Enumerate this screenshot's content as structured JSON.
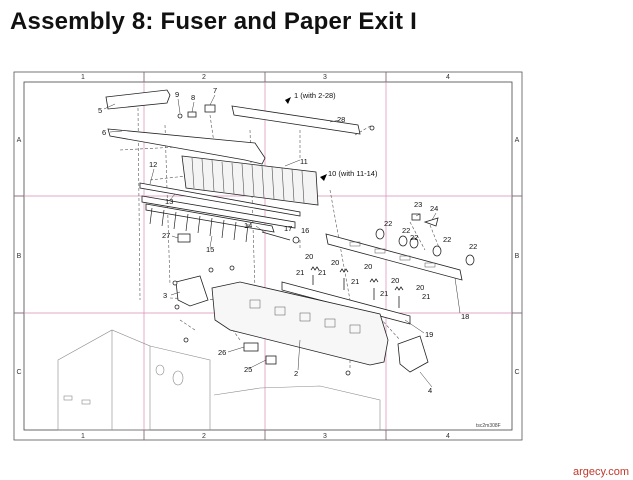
{
  "title": "Assembly 8: Fuser and Paper Exit I",
  "footer": "argecy.com",
  "figure_code": "tsc2m308F",
  "grid": {
    "columns": [
      "1",
      "2",
      "3",
      "4"
    ],
    "rows": [
      "A",
      "B",
      "C"
    ]
  },
  "part_labels": [
    {
      "id": "1",
      "text": "1 (with 2-28)"
    },
    {
      "id": "10",
      "text": "10 (with 11-14)"
    },
    {
      "id": "2",
      "text": "2"
    },
    {
      "id": "3",
      "text": "3"
    },
    {
      "id": "4",
      "text": "4"
    },
    {
      "id": "5",
      "text": "5"
    },
    {
      "id": "6",
      "text": "6"
    },
    {
      "id": "7",
      "text": "7"
    },
    {
      "id": "8",
      "text": "8"
    },
    {
      "id": "9",
      "text": "9"
    },
    {
      "id": "11",
      "text": "11"
    },
    {
      "id": "12",
      "text": "12"
    },
    {
      "id": "13",
      "text": "13"
    },
    {
      "id": "14",
      "text": "14"
    },
    {
      "id": "15",
      "text": "15"
    },
    {
      "id": "16",
      "text": "16"
    },
    {
      "id": "17",
      "text": "17"
    },
    {
      "id": "18",
      "text": "18"
    },
    {
      "id": "19",
      "text": "19"
    },
    {
      "id": "20a",
      "text": "20"
    },
    {
      "id": "20b",
      "text": "20"
    },
    {
      "id": "20c",
      "text": "20"
    },
    {
      "id": "20d",
      "text": "20"
    },
    {
      "id": "20e",
      "text": "20"
    },
    {
      "id": "21a",
      "text": "21"
    },
    {
      "id": "21b",
      "text": "21"
    },
    {
      "id": "21c",
      "text": "21"
    },
    {
      "id": "21d",
      "text": "21"
    },
    {
      "id": "21e",
      "text": "21"
    },
    {
      "id": "22a",
      "text": "22"
    },
    {
      "id": "22b",
      "text": "22"
    },
    {
      "id": "22c",
      "text": "22"
    },
    {
      "id": "22d",
      "text": "22"
    },
    {
      "id": "22e",
      "text": "22"
    },
    {
      "id": "23",
      "text": "23"
    },
    {
      "id": "24",
      "text": "24"
    },
    {
      "id": "25",
      "text": "25"
    },
    {
      "id": "26",
      "text": "26"
    },
    {
      "id": "27",
      "text": "27"
    },
    {
      "id": "28",
      "text": "28"
    }
  ]
}
